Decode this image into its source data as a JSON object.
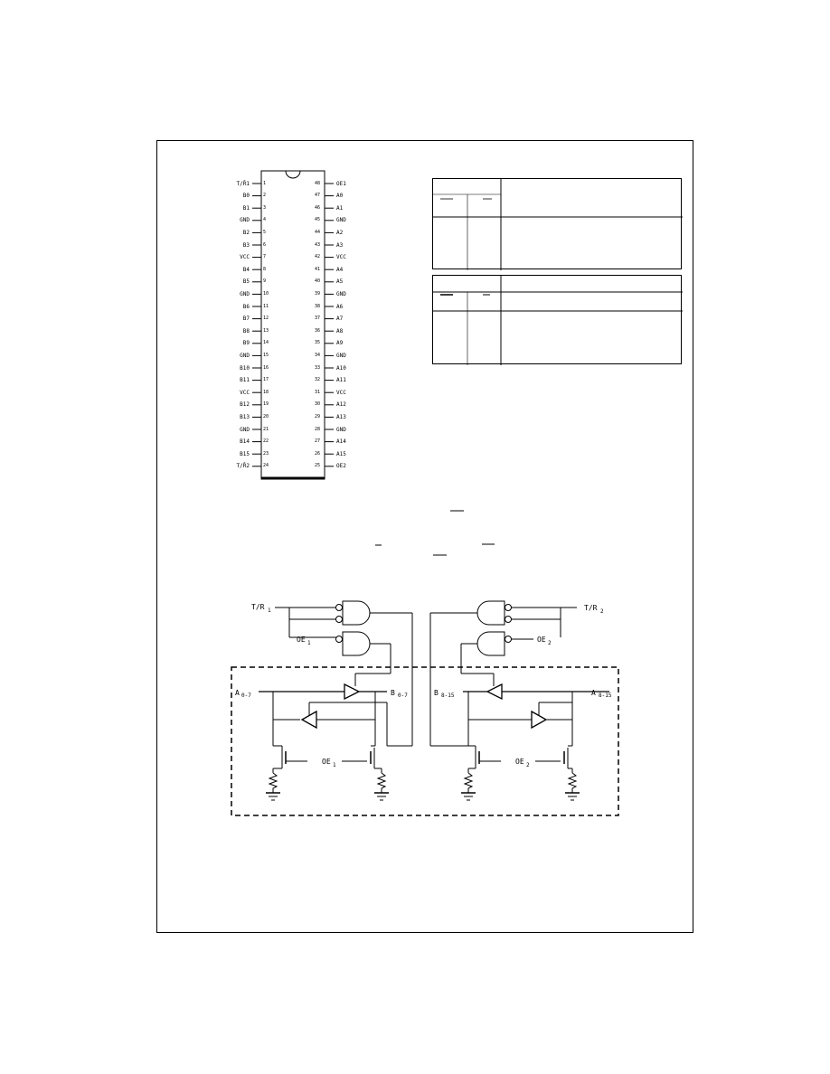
{
  "pinout": {
    "left_pins": [
      {
        "num": "1",
        "label": "T/R̄1"
      },
      {
        "num": "2",
        "label": "B0"
      },
      {
        "num": "3",
        "label": "B1"
      },
      {
        "num": "4",
        "label": "GND"
      },
      {
        "num": "5",
        "label": "B2"
      },
      {
        "num": "6",
        "label": "B3"
      },
      {
        "num": "7",
        "label": "VCC"
      },
      {
        "num": "8",
        "label": "B4"
      },
      {
        "num": "9",
        "label": "B5"
      },
      {
        "num": "10",
        "label": "GND"
      },
      {
        "num": "11",
        "label": "B6"
      },
      {
        "num": "12",
        "label": "B7"
      },
      {
        "num": "13",
        "label": "B8"
      },
      {
        "num": "14",
        "label": "B9"
      },
      {
        "num": "15",
        "label": "GND"
      },
      {
        "num": "16",
        "label": "B10"
      },
      {
        "num": "17",
        "label": "B11"
      },
      {
        "num": "18",
        "label": "VCC"
      },
      {
        "num": "19",
        "label": "B12"
      },
      {
        "num": "20",
        "label": "B13"
      },
      {
        "num": "21",
        "label": "GND"
      },
      {
        "num": "22",
        "label": "B14"
      },
      {
        "num": "23",
        "label": "B15"
      },
      {
        "num": "24",
        "label": "T/R̄2"
      }
    ],
    "right_pins": [
      {
        "num": "48",
        "label": "OE1"
      },
      {
        "num": "47",
        "label": "A0"
      },
      {
        "num": "46",
        "label": "A1"
      },
      {
        "num": "45",
        "label": "GND"
      },
      {
        "num": "44",
        "label": "A2"
      },
      {
        "num": "43",
        "label": "A3"
      },
      {
        "num": "42",
        "label": "VCC"
      },
      {
        "num": "41",
        "label": "A4"
      },
      {
        "num": "40",
        "label": "A5"
      },
      {
        "num": "39",
        "label": "GND"
      },
      {
        "num": "38",
        "label": "A6"
      },
      {
        "num": "37",
        "label": "A7"
      },
      {
        "num": "36",
        "label": "A8"
      },
      {
        "num": "35",
        "label": "A9"
      },
      {
        "num": "34",
        "label": "GND"
      },
      {
        "num": "33",
        "label": "A10"
      },
      {
        "num": "32",
        "label": "A11"
      },
      {
        "num": "31",
        "label": "VCC"
      },
      {
        "num": "30",
        "label": "A12"
      },
      {
        "num": "29",
        "label": "A13"
      },
      {
        "num": "28",
        "label": "GND"
      },
      {
        "num": "27",
        "label": "A14"
      },
      {
        "num": "26",
        "label": "A15"
      },
      {
        "num": "25",
        "label": "OE2"
      }
    ]
  },
  "schematic": {
    "labels": {
      "tr1": "T/R",
      "tr1_sub": "1",
      "oe1": "OE",
      "oe1_sub": "1",
      "a_bus": "A",
      "a_bus_sub": "0-7",
      "b_bus_left": "B",
      "b_bus_left_sub": "0-7",
      "oe1_gate": "OE",
      "oe1_gate_sub": "1",
      "tr2": "T/R",
      "tr2_sub": "2",
      "oe2": "OE",
      "oe2_sub": "2",
      "b_bus": "B",
      "b_bus_sub": "8-15",
      "a_bus_right": "A",
      "a_bus_right_sub": "8-15",
      "oe2_gate": "OE",
      "oe2_gate_sub": "2"
    }
  }
}
